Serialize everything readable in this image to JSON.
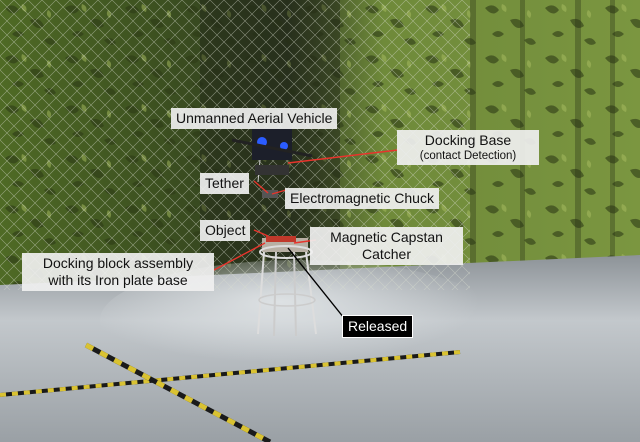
{
  "labels": {
    "uav": "Unmanned Aerial Vehicle",
    "docking_base": "Docking Base",
    "docking_base_sub": "(contact Detection)",
    "tether": "Tether",
    "chuck": "Electromagnetic Chuck",
    "object": "Object",
    "capstan_line1": "Magnetic Capstan",
    "capstan_line2": "Catcher",
    "docking_block_line1": "Docking block assembly",
    "docking_block_line2": "with its Iron plate base",
    "released": "Released"
  },
  "colors": {
    "net_green": "#5f7a2e",
    "floor": "#b9bec2",
    "pointer_line": "#e8342c",
    "released_line": "#000000"
  }
}
